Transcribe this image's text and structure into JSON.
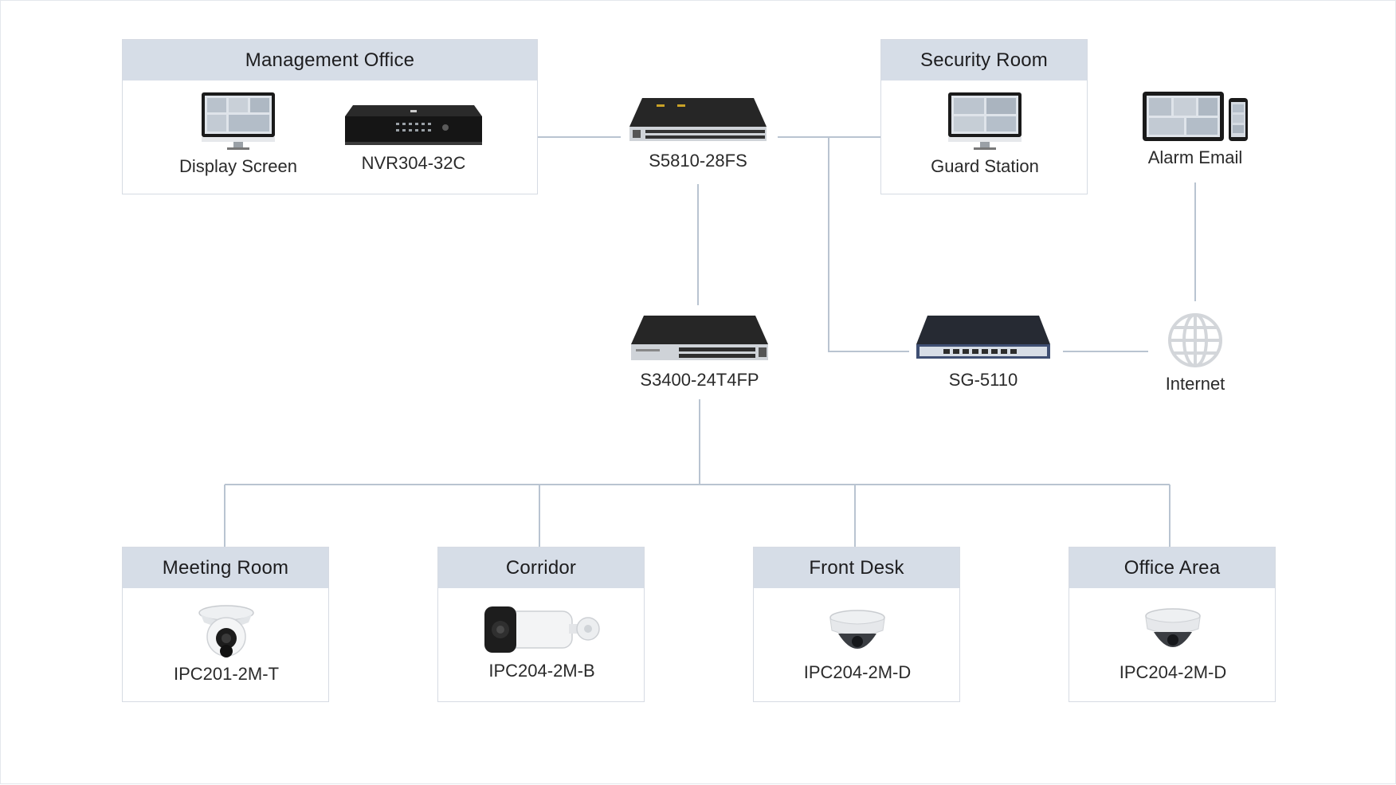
{
  "groups": {
    "management_office": {
      "title": "Management Office"
    },
    "security_room": {
      "title": "Security Room"
    },
    "meeting_room": {
      "title": "Meeting Room"
    },
    "corridor": {
      "title": "Corridor"
    },
    "front_desk": {
      "title": "Front Desk"
    },
    "office_area": {
      "title": "Office Area"
    }
  },
  "devices": {
    "display_screen": "Display Screen",
    "nvr": "NVR304-32C",
    "core_switch": "S5810-28FS",
    "guard_station": "Guard Station",
    "alarm_email": "Alarm Email",
    "access_switch": "S3400-24T4FP",
    "gateway": "SG-5110",
    "internet": "Internet",
    "cam_meeting": "IPC201-2M-T",
    "cam_corridor": "IPC204-2M-B",
    "cam_front": "IPC204-2M-D",
    "cam_office": "IPC204-2M-D"
  },
  "icons": {
    "monitor": "monitor-icon",
    "nvr": "nvr-icon",
    "switch": "switch-icon",
    "gateway": "gateway-icon",
    "globe": "globe-icon",
    "tablet_phone": "tablet-phone-icon",
    "turret_camera": "turret-camera-icon",
    "bullet_camera": "bullet-camera-icon",
    "dome_camera": "dome-camera-icon"
  },
  "colors": {
    "header_fill": "#d6dde7",
    "line": "#b9c4d1",
    "border": "#d6dbe3"
  }
}
